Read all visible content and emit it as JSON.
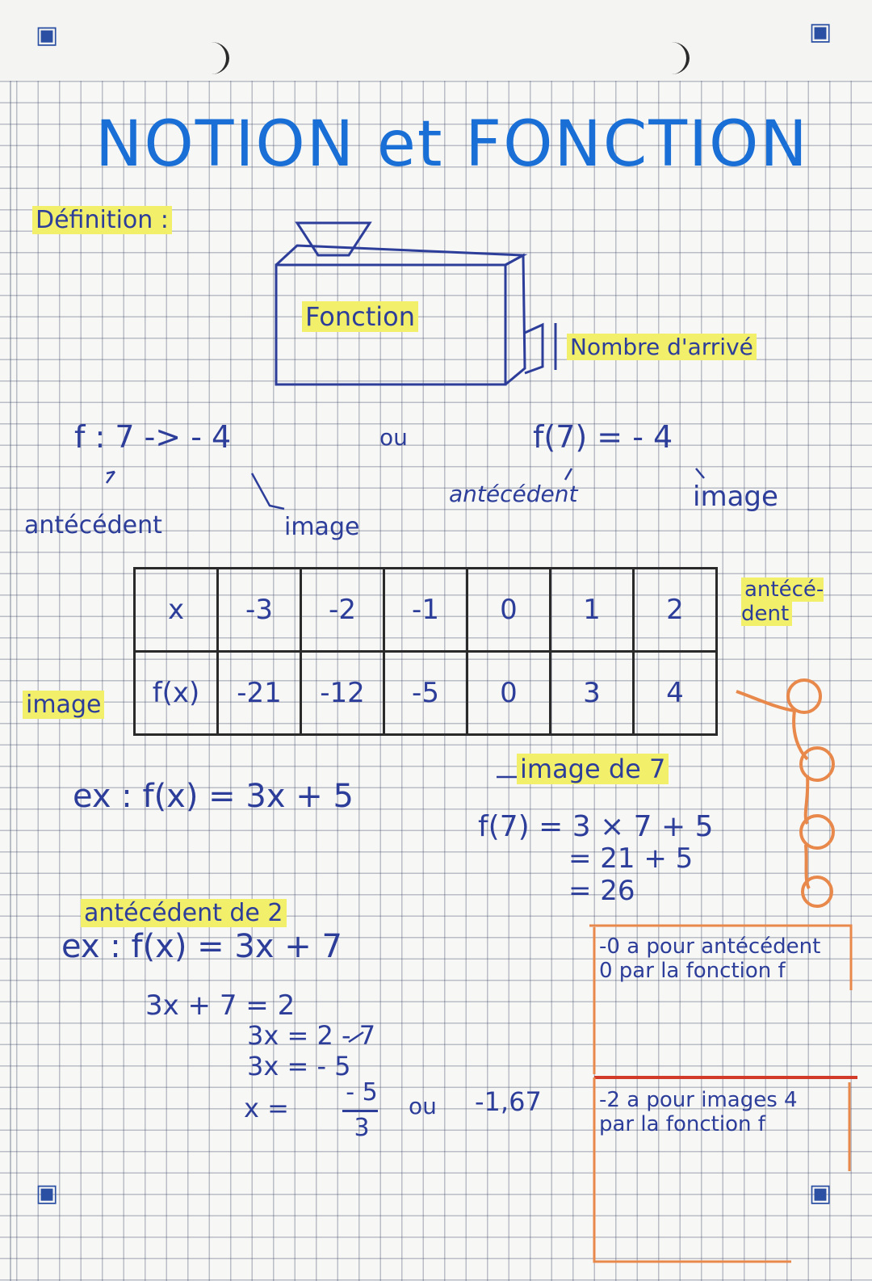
{
  "title": "NOTION et FONCTION",
  "definition_label": "Définition :",
  "diagram": {
    "machine_label": "Fonction",
    "output_label": "Nombre d'arrivé"
  },
  "notation": {
    "mapping": "f : 7 -> - 4",
    "or": "ou",
    "function_form": "f(7) = - 4",
    "antecedent_left": "antécédent",
    "image_left": "image",
    "antecedent_right": "antécédent",
    "image_right": "image"
  },
  "table": {
    "x_header": "x",
    "fx_header": "f(x)",
    "x_values": [
      "-3",
      "-2",
      "-1",
      "0",
      "1",
      "2"
    ],
    "fx_values": [
      "-21",
      "-12",
      "-5",
      "0",
      "3",
      "4"
    ],
    "row1_side_label": "antécé-dent",
    "row2_side_label": "image"
  },
  "example1": {
    "formula": "ex : f(x) = 3x + 5",
    "heading": "image de 7",
    "line1": "f(7) = 3 × 7 + 5",
    "line2": "= 21 + 5",
    "line3": "= 26"
  },
  "example2": {
    "heading": "antécédent de 2",
    "formula": "ex : f(x) = 3x + 7",
    "line1": "3x + 7 = 2",
    "line2": "3x = 2 - 7",
    "line3": "3x = - 5",
    "line4_lhs": "x =",
    "line4_frac_num": "- 5",
    "line4_frac_den": "3",
    "line4_or": "ou",
    "line4_dec": "-1,67"
  },
  "notes": {
    "note1": "-0 a pour antécédent 0 par la fonction f",
    "note2": "-2 a pour images 4 par la fonction f"
  },
  "colors": {
    "title": "#1a6fd6",
    "ink": "#2d3e9a",
    "highlight": "#f2ef6a",
    "orange": "#e8884a",
    "red": "#d23a2a"
  },
  "icons": [
    "corner-top-left-icon",
    "corner-top-right-icon",
    "corner-bottom-left-icon",
    "corner-bottom-right-icon"
  ]
}
